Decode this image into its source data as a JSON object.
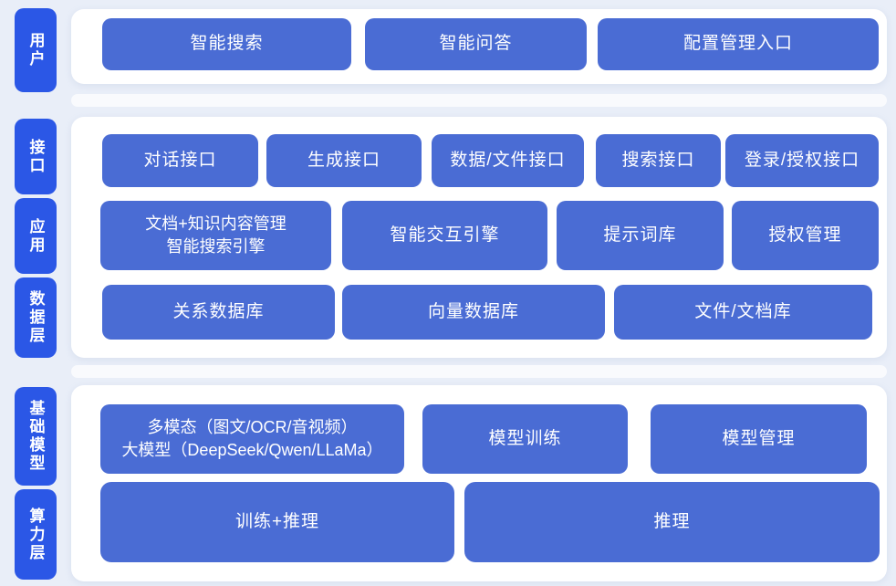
{
  "colors": {
    "tag_blue": "#2b57e6",
    "node_blue": "#4a6cd4",
    "background": "#e9eef8",
    "panel_white": "#ffffff",
    "node_text": "#ffffff"
  },
  "layers": {
    "user": {
      "tag": "用户",
      "nodes": [
        "智能搜索",
        "智能问答",
        "配置管理入口"
      ]
    },
    "middle": {
      "tag_interface": "接口",
      "tag_application": "应用",
      "tag_data": "数据层",
      "interface_row": [
        "对话接口",
        "生成接口",
        "数据/文件接口",
        "搜索接口",
        "登录/授权接口"
      ],
      "application_row": {
        "doc_engine_line1": "文档+知识内容管理",
        "doc_engine_line2": "智能搜索引擎",
        "interaction_engine": "智能交互引擎",
        "prompt_lib": "提示词库",
        "auth_mgmt": "授权管理"
      },
      "data_row": [
        "关系数据库",
        "向量数据库",
        "文件/文档库"
      ]
    },
    "bottom": {
      "tag_model": "基础模型",
      "tag_compute": "算力层",
      "model_row": {
        "multimodal_line1": "多模态（图文/OCR/音视频）",
        "multimodal_line2": "大模型（DeepSeek/Qwen/LLaMa）",
        "training": "模型训练",
        "management": "模型管理"
      },
      "compute_row": [
        "训练+推理",
        "推理"
      ]
    }
  }
}
